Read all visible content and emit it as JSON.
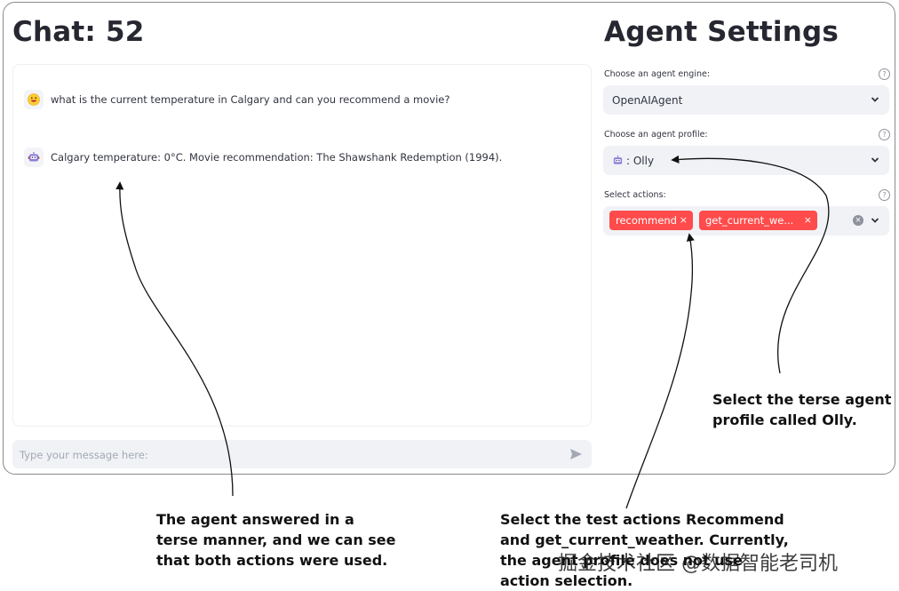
{
  "chat": {
    "title": "Chat: 52",
    "messages": [
      {
        "role": "user",
        "avatar_icon": "grinning-face-icon",
        "text": "what is the current temperature in Calgary and can you recommend a movie?"
      },
      {
        "role": "assistant",
        "avatar_icon": "robot-icon",
        "text": "Calgary temperature: 0°C. Movie recommendation: The Shawshank Redemption (1994)."
      }
    ],
    "input_placeholder": "Type your message here:"
  },
  "settings": {
    "title": "Agent Settings",
    "engine_label": "Choose an agent engine:",
    "engine_value": "OpenAIAgent",
    "profile_label": "Choose an agent profile:",
    "profile_value": ": Olly",
    "actions_label": "Select actions:",
    "selected_actions": [
      "recommend",
      "get_current_we..."
    ],
    "help_glyph": "?",
    "tag_close_glyph": "×",
    "clear_glyph": "×"
  },
  "annotations": {
    "left_lines": [
      "The agent answered in a",
      "terse manner, and we can see",
      "that both actions were used."
    ],
    "middle_lines": [
      "Select the test actions Recommend",
      "and get_current_weather. Currently,",
      "the agent profile does not use",
      "action selection."
    ],
    "right_lines": [
      "Select the terse agent",
      "profile called Olly."
    ]
  },
  "watermark": "掘金技术社区 @数据智能老司机",
  "colors": {
    "accent_tag": "#ff4b4b",
    "input_bg": "#f0f2f6",
    "text": "#31333f"
  }
}
